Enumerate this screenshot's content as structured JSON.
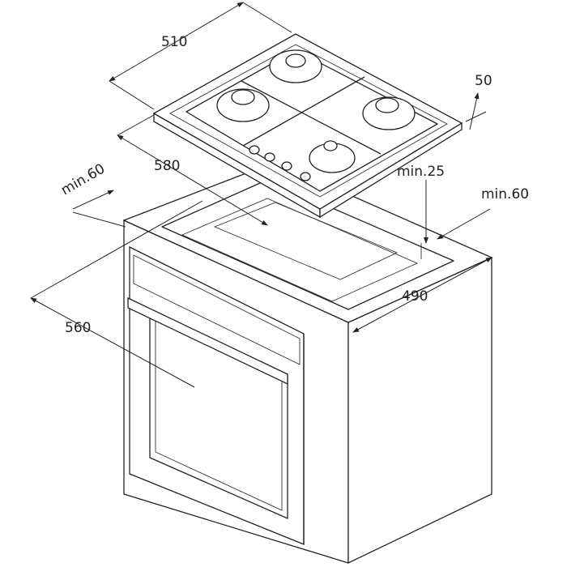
{
  "dimensions": {
    "hob_width": "510",
    "hob_height": "50",
    "hob_depth": "580",
    "clearance_top": "min.25",
    "clearance_left": "min.60",
    "clearance_right": "min.60",
    "cabinet_depth": "490",
    "cabinet_width": "560"
  }
}
